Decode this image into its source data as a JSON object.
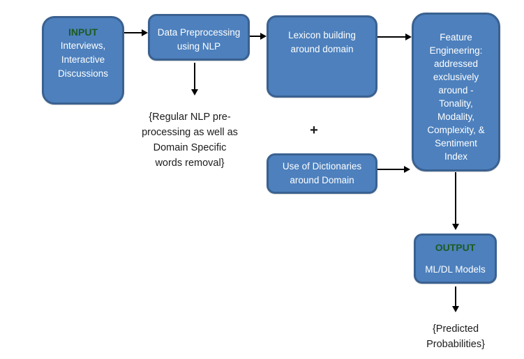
{
  "colors": {
    "box-fill": "#4d80bd",
    "box-border": "#3a6190",
    "title-green": "#1d5b20",
    "box-text": "#ffffff",
    "note-text": "#1b1b1b",
    "arrow": "#000000",
    "background": "#ffffff"
  },
  "diagram": {
    "input_box": {
      "title": "INPUT",
      "body": "Interviews,\nInteractive\nDiscussions"
    },
    "preprocessing_box": {
      "label": "Data Preprocessing\nusing NLP"
    },
    "lexicon_box": {
      "label": "Lexicon building\naround domain"
    },
    "feature_box": {
      "label": "Feature\nEngineering:\naddressed\nexclusively\naround -\nTonality,\nModality,\nComplexity, &\nSentiment\nIndex"
    },
    "nlp_note": "{Regular NLP pre-\nprocessing as well as\nDomain Specific\nwords removal}",
    "plus_sign": "+",
    "dictionaries_box": {
      "label": "Use of Dictionaries\naround Domain"
    },
    "output_box": {
      "title": "OUTPUT",
      "body": "ML/DL Models"
    },
    "predicted_note": "{Predicted\nProbabilities}",
    "connectors": [
      {
        "from": "input_box",
        "to": "preprocessing_box",
        "direction": "right"
      },
      {
        "from": "preprocessing_box",
        "to": "lexicon_box",
        "direction": "right"
      },
      {
        "from": "lexicon_box",
        "to": "feature_box",
        "direction": "right"
      },
      {
        "from": "preprocessing_box",
        "to": "nlp_note",
        "direction": "down"
      },
      {
        "from": "dictionaries_box",
        "to": "feature_box",
        "direction": "right"
      },
      {
        "from": "feature_box",
        "to": "output_box",
        "direction": "down"
      },
      {
        "from": "output_box",
        "to": "predicted_note",
        "direction": "down"
      }
    ]
  }
}
